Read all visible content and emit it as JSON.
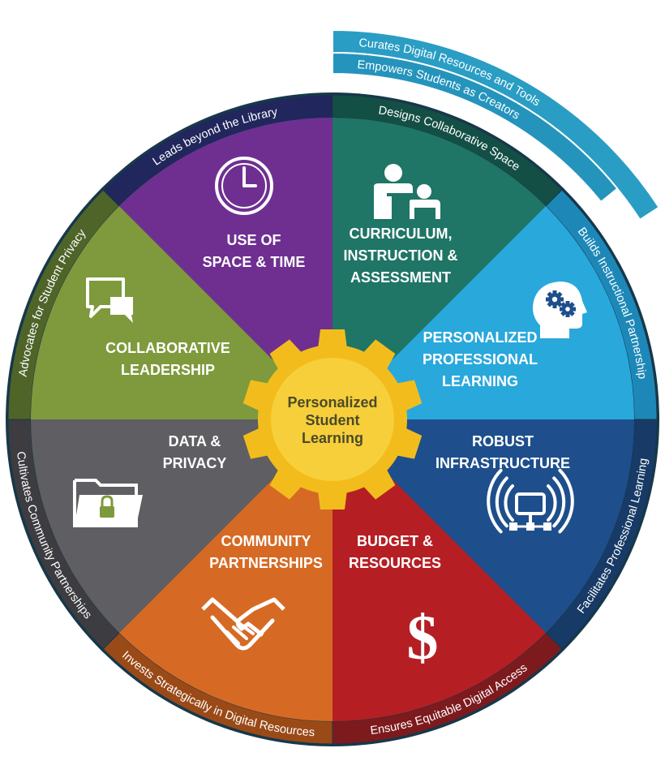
{
  "center": {
    "lines": [
      "Personalized",
      "Student",
      "Learning"
    ]
  },
  "colors": {
    "center_gear": "#f2bd1c",
    "center_disc": "#f7cf3a",
    "center_text": "#4a4a2a",
    "ring_dark": "#17384a"
  },
  "segments": [
    {
      "id": "space",
      "lines": [
        "USE OF",
        "SPACE & TIME"
      ],
      "icon": "clock-icon",
      "color": "#1f7566",
      "rim_color": "#144f45",
      "rim_label": "Designs Collaborative Space"
    },
    {
      "id": "curriculum",
      "lines": [
        "CURRICULUM,",
        "INSTRUCTION &",
        "ASSESSMENT"
      ],
      "icon": "teacher-student-icon",
      "color": "#29a8dc",
      "rim_color": "#1d88b8",
      "rim_label": "Builds Instructional Partnership"
    },
    {
      "id": "professional",
      "lines": [
        "PERSONALIZED",
        "PROFESSIONAL",
        "LEARNING"
      ],
      "icon": "head-gears-icon",
      "color": "#1e4f8c",
      "rim_color": "#173a66",
      "rim_label": "Facilitates Professional Learning"
    },
    {
      "id": "infrastructure",
      "lines": [
        "ROBUST",
        "INFRASTRUCTURE"
      ],
      "icon": "wireless-network-icon",
      "color": "#b51f24",
      "rim_color": "#7d1a1d",
      "rim_label": "Ensures Equitable Digital Access"
    },
    {
      "id": "budget",
      "lines": [
        "BUDGET &",
        "RESOURCES"
      ],
      "icon": "dollar-icon",
      "color": "#d66a24",
      "rim_color": "#9a4a17",
      "rim_label": "Invests Strategically in Digital Resources"
    },
    {
      "id": "community",
      "lines": [
        "COMMUNITY",
        "PARTNERSHIPS"
      ],
      "icon": "handshake-icon",
      "color": "#5e5e63",
      "rim_color": "#3c3c41",
      "rim_label": "Cultivates Community Partnerships"
    },
    {
      "id": "data",
      "lines": [
        "DATA &",
        "PRIVACY"
      ],
      "icon": "locked-folder-icon",
      "color": "#7e9a3c",
      "rim_color": "#4f6428",
      "rim_label": "Advocates for Student Privacy"
    },
    {
      "id": "leadership",
      "lines": [
        "COLLABORATIVE",
        "LEADERSHIP"
      ],
      "icon": "chat-bubbles-icon",
      "color": "#6f2f91",
      "rim_color": "#21265c",
      "rim_label": "Leads beyond the Library"
    }
  ],
  "ribbons": [
    {
      "label": "Curates Digital Resources and Tools",
      "color": "#2a9dc4"
    },
    {
      "label": "Empowers Students as Creators",
      "color": "#2594bc"
    }
  ]
}
